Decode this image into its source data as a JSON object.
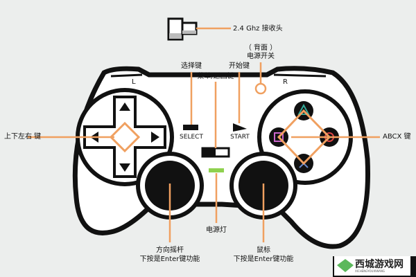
{
  "labels": {
    "receiver": "2.4 Ghz 接收头",
    "power_switch_note": "（ 背面 ）",
    "power_switch": "电源开关",
    "select_key": "选择键",
    "menu_back_key": "菜单/返回键",
    "start_key": "开始键",
    "dpad_key": "上下左右 键",
    "abcx_key": "ABCX 键",
    "power_light": "电源灯",
    "left_stick_line1": "方向摇杆",
    "left_stick_line2": "下按是Enter键功能",
    "right_stick_line1": "鼠标",
    "right_stick_line2": "下按是Enter键功能"
  },
  "controller": {
    "l_button": "L",
    "r_button": "R",
    "select_text": "SELECT",
    "start_text": "START"
  },
  "watermark": {
    "name": "西城游戏网",
    "sub": "XICHENGYOUXIWANG"
  },
  "colors": {
    "accent": "#f0a060",
    "background": "#eceeed",
    "outline": "#111111",
    "power_led": "#8fd14f"
  }
}
